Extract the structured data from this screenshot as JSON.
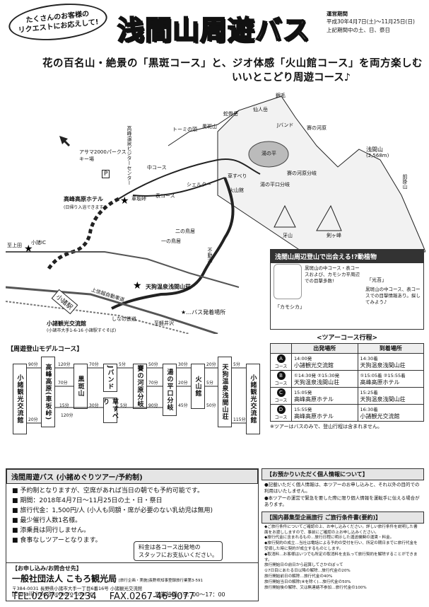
{
  "header": {
    "badge_line1": "たくさんのお客様の",
    "badge_line2": "リクエストにお応えして!",
    "title": "浅間山周遊バス",
    "period_label": "運営期間",
    "period_value": "平成30年4月7日(土)～11月25日(日)",
    "period_note": "上記期間中の土、日、祭日"
  },
  "lead": {
    "line1": "花の百名山・絶景の「黒斑コース」と、ジオ体感「火山館コース」を両方楽しむ",
    "line2": "いいとこどり周遊コース♪"
  },
  "map": {
    "labels": [
      "銀毛",
      "蛇骨岳",
      "仙人岳",
      "トーミの頭",
      "黒斑山",
      "Jバンド",
      "賽の河原",
      "湯の平",
      "中コース",
      "表コース",
      "草すべり",
      "火山館",
      "浅間山",
      "(2,568m)",
      "前掛山",
      "シェルター",
      "賽の河原分岐",
      "湯の平口分岐",
      "二の鳥居",
      "一の鳥居",
      "牙山",
      "剣ヶ峰",
      "不動滝",
      "高峰温泉ビジターセンター",
      "アサマ2000パークスキー場",
      "車坂峠",
      "高峰高原ホテル",
      "(日帰り入浴できます)",
      "天狗温泉浅間山荘",
      "至上田",
      "至軽井沢",
      "小諸IC",
      "小諸駅",
      "上信越自動車道",
      "しなの鉄道",
      "小諸観光交流館",
      "(小諸市大手1-6-16 小諸駅すぐそば)",
      "★…バス発着場所",
      "P"
    ]
  },
  "animals": {
    "title": "浅間山周辺登山で出会える!?動植物",
    "kamoshika_text": "黒斑山の中コース・表コースおよび、カモシカ平周辺での目撃多数!",
    "kamoshika_name": "「カモシカ」",
    "hikarigoke_name": "「光苔」",
    "hikarigoke_text": "黒斑山の中コース、表コースでの目撃情報あり。探してみよう♪"
  },
  "model": {
    "title": "【周遊登山モデルコース】",
    "columns": [
      "小諸観光交流館",
      "高峰高原(車坂峠)",
      "黒斑山",
      "Jバンド",
      "賽の河原分岐",
      "湯の平口分岐",
      "火山館",
      "天狗温泉浅間山荘",
      "小諸観光交流館"
    ],
    "side": "草すべり",
    "times_top": [
      "120分",
      "70分",
      "5分",
      "50分",
      "30分",
      "20分",
      "5分",
      "90分",
      "20分"
    ],
    "times_bot": [
      "70分",
      "70分",
      "20分",
      "5分",
      "30分",
      "5分",
      "90分",
      "115分"
    ],
    "times_mid": [
      "15分",
      "120分",
      "45分",
      "50分"
    ]
  },
  "schedule": {
    "title": "<ツアーコース行程>",
    "col_depart": "出発場所",
    "col_arrive": "到着場所",
    "rows": [
      {
        "id": "A",
        "course": "コース",
        "dep_time": "14:00発",
        "dep_place": "小諸観光交流館",
        "arr_time": "14:30着",
        "arr_place": "天狗温泉浅間山荘"
      },
      {
        "id": "B",
        "course": "コース",
        "dep_time": "①14:30発 ②15:30発",
        "dep_place": "天狗温泉浅間山荘",
        "arr_time": "①15:05着 ②15:55着",
        "arr_place": "高峰高原ホテル"
      },
      {
        "id": "C",
        "course": "コース",
        "dep_time": "15:05発",
        "dep_place": "高峰高原ホテル",
        "arr_time": "15:25着",
        "arr_place": "天狗温泉浅間山荘"
      },
      {
        "id": "D",
        "course": "コース",
        "dep_time": "15:55発",
        "dep_place": "高峰高原ホテル",
        "arr_time": "16:30着",
        "arr_place": "小諸観光交流館"
      }
    ],
    "note": "※ツアーはバスのみで、登山行程は含まれません。"
  },
  "tour": {
    "title": "浅間周遊バス (小諸めぐりツアー/予約制)",
    "items": [
      "予約制となりますが、空席があれば当日の朝でも予約可能です。",
      "期間：2018年4月7日～11月25日の土・日・祭日",
      "旅行代金：1,500円/人 (小人も同額・席が必要のない乳幼児は無用)",
      "最少催行人数1名様。",
      "添乗員は同行しません。",
      "食事なしツアーとなります。"
    ],
    "fare_note1": "料金は各コース出発地の",
    "fare_note2": "スタッフにお支払いください。",
    "contact_head": "【お申し込み/お問合せ先】",
    "org": "一般社団法人 こもろ観光局",
    "org_note": "[旅行企画・実施]長野県知事登録旅行業第3-591",
    "address": "〒384-0031 長野県小諸市大手一丁目6番16号 小諸観光交流館",
    "tel": "TEL.0267-22-1234",
    "fax": "FAX.0267-46-9077",
    "email": "[E-mail] info@komoro-tour.jp",
    "hours": "営業時間／9：00～17：00"
  },
  "privacy": {
    "title": "【お預かりいただく個人情報について】",
    "items": [
      "●記載いただく個人情報は、本ツアーのお申し込みと、それ以外の目的での利用はいたしません。",
      "●本ツアーの運営で緊急を要した際に限り個人情報を運転手に伝える場合があります。"
    ],
    "terms_title": "【国内募集型企画旅行 ご旅行条件書(要約)】",
    "terms": [
      "◆ご旅行条件についてご確認の上、お申し込みください。詳しい旅行条件を説明した書面をお渡ししますので、事前にご確認の上お申し込みください。",
      "◆旅行代金に含まれるもの…旅行日程に明示した運送機関の運賃・料金。",
      "◆旅行契約の成立…当社は電話による予約の受付を行い、所定の期日までに旅行代金を受領した時に契約が成立するものとします。",
      "◆取消料…お客様はいつでも所定の取消料を支払って旅行契約を解除することができます。",
      "旅行開始日の前日から起算してさかのぼって",
      "①7日目にあたる日以降の解除…旅行代金の20%",
      "旅行開始前日の解除…旅行代金の40%",
      "旅行開始当日の解除(⑧を除く)…旅行代金の50%",
      "旅行開始後の解除、又は無連絡不参加…旅行代金の100%"
    ]
  }
}
